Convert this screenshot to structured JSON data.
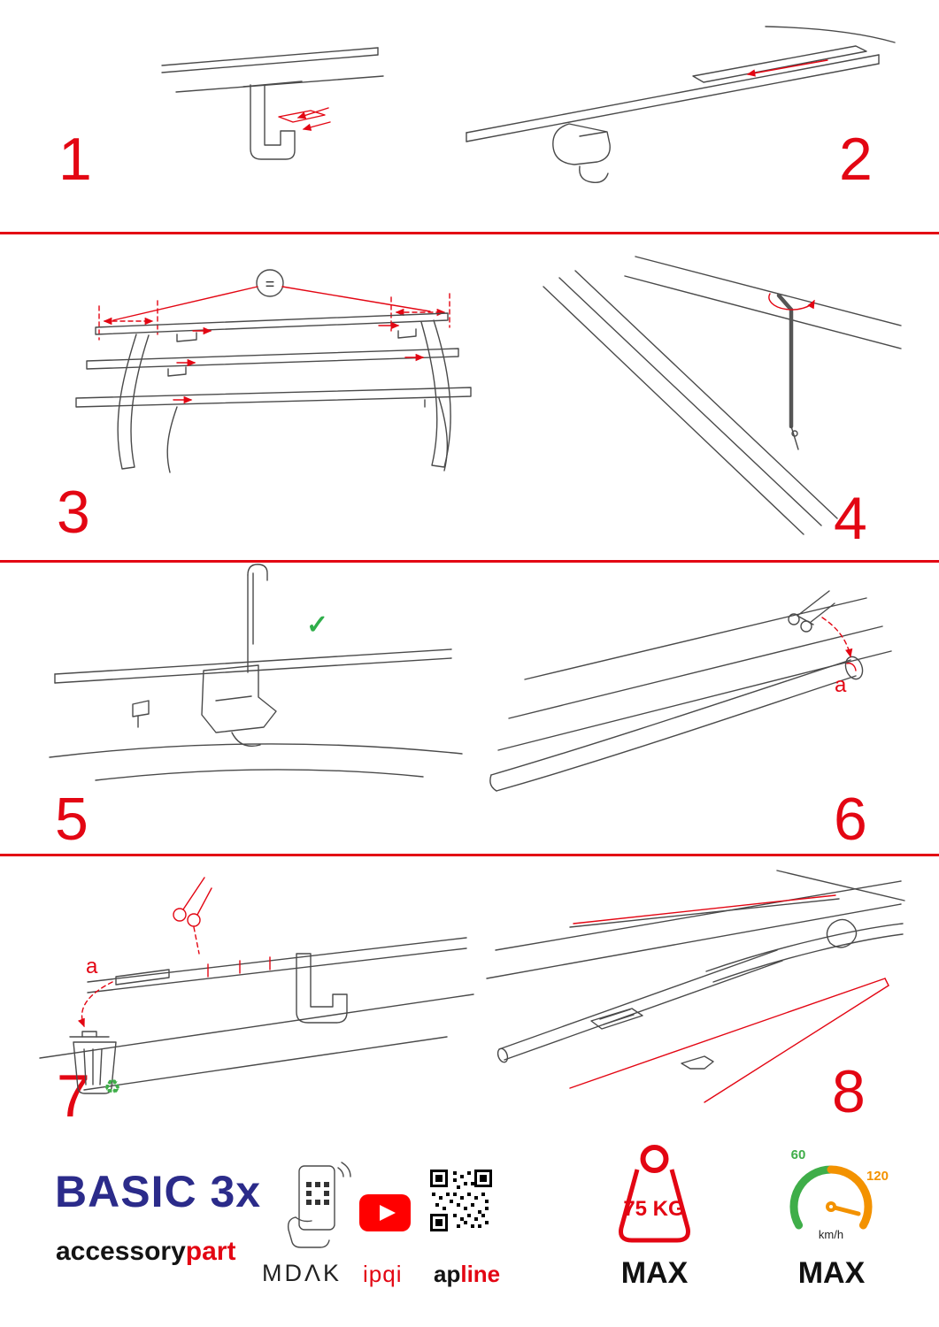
{
  "accent": "#e30613",
  "steps": [
    {
      "number": "1"
    },
    {
      "number": "2"
    },
    {
      "number": "3"
    },
    {
      "number": "4"
    },
    {
      "number": "5"
    },
    {
      "number": "6"
    },
    {
      "number": "7"
    },
    {
      "number": "8"
    }
  ],
  "labels": {
    "equal": "=",
    "check": "✓",
    "part_a": "a",
    "recycle": "♻"
  },
  "footer": {
    "product": "BASIC 3x",
    "brand1_black": "accessory",
    "brand1_red": "part",
    "mdak": "MDΛK",
    "ipqi": "ipqi",
    "ap_black": "ap",
    "ap_red": "line",
    "weight": "75 KG",
    "weight_max": "MAX",
    "speed_min": "60",
    "speed_top": "120",
    "speed_unit": "km/h",
    "speed_max": "MAX"
  }
}
